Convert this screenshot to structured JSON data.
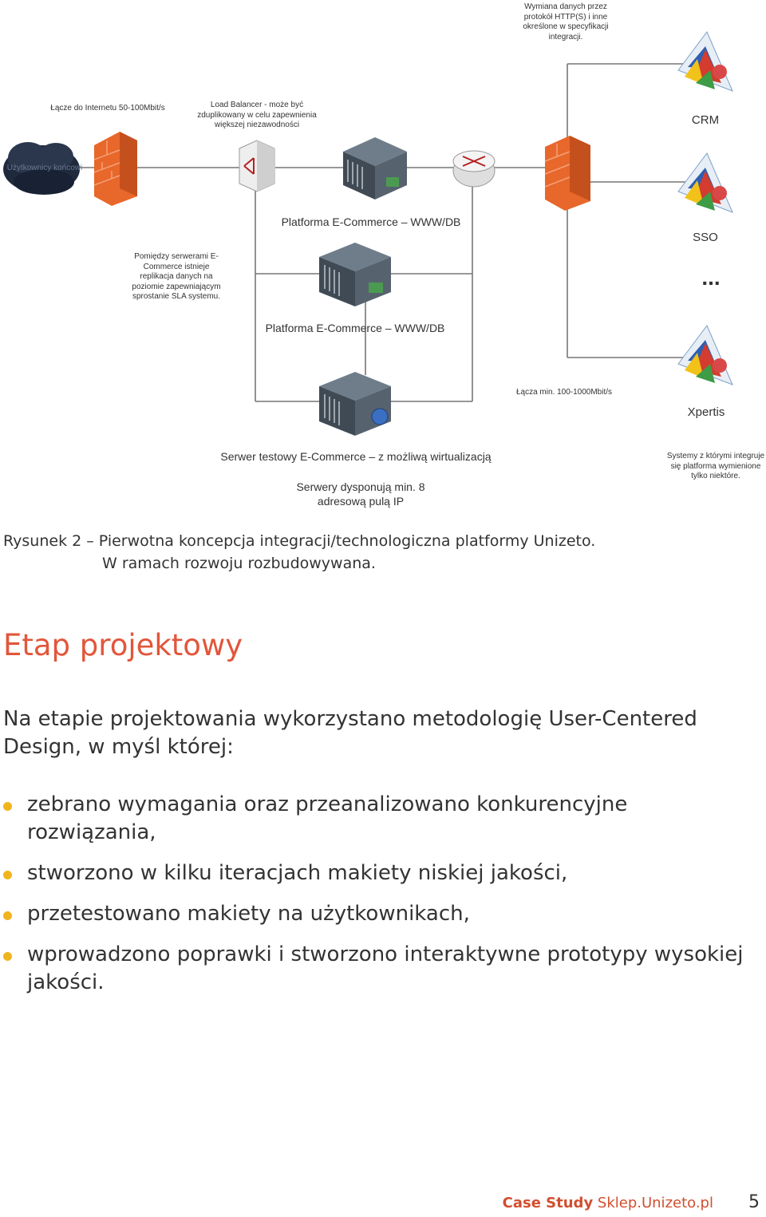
{
  "diagram": {
    "note_http": "Wymiana danych przez protokół HTTP(S) i inne określone w specyfikacji integracji.",
    "note_internet": "Łącze do Internetu 50-100Mbit/s",
    "note_lb": "Load Balancer - może być zduplikowany w celu zapewnienia większej niezawodności",
    "cloud_label": "Użytkownicy końcowi",
    "platform1": "Platforma E-Commerce – WWW/DB",
    "platform2": "Platforma E-Commerce – WWW/DB",
    "note_replication": "Pomiędzy serwerami E-Commerce istnieje replikacja danych na poziomie zapewniającym sprostanie SLA systemu.",
    "test_server": "Serwer testowy E-Commerce – z możliwą wirtualizacją",
    "ip_note": "Serwery dysponują min. 8 adresową pulą IP",
    "link_note": "Łącza min. 100-1000Mbit/s",
    "crm": "CRM",
    "sso": "SSO",
    "ellipsis": "...",
    "xpertis": "Xpertis",
    "systems_note": "Systemy z którymi integruje się platforma wymienione tylko niektóre."
  },
  "caption": {
    "line1": "Rysunek 2 – Pierwotna koncepcja integracji/technologiczna platformy Unizeto.",
    "line2": "W ramach rozwoju rozbudowywana."
  },
  "section": {
    "heading": "Etap projektowy",
    "intro": "Na etapie projektowania wykorzystano metodologię User-Centered Design, w myśl której:",
    "bullets": [
      "zebrano wymagania oraz przeanalizowano konkurencyjne rozwiązania,",
      "stworzono w kilku iteracjach makiety niskiej jakości,",
      "przetestowano makiety na użytkownikach,",
      "wprowadzono poprawki i stworzono interaktywne prototypy wysokiej jakości."
    ]
  },
  "footer": {
    "case_study": "Case Study",
    "brand": "Sklep.Unizeto.pl",
    "page": "5"
  },
  "colors": {
    "accent": "#e2563b",
    "bullet": "#f0b41e",
    "firewall": "#e8672a"
  }
}
